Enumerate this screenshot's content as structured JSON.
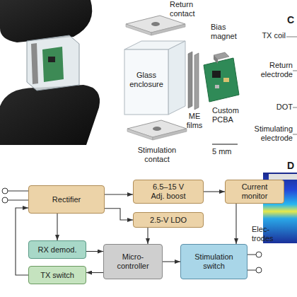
{
  "diagram": {
    "nodes": [
      {
        "text": [
          "Rectifier"
        ]
      },
      {
        "text": [
          "6.5–15 V Adj. boost"
        ]
      },
      {
        "text": [
          "Current monitor"
        ]
      },
      {
        "text": [
          "2.5-V LDO"
        ]
      },
      {
        "text": [
          "RX demod."
        ]
      },
      {
        "text": [
          "TX switch"
        ]
      },
      {
        "text": [
          "Micro-controller"
        ]
      },
      {
        "text": [
          "Stimulation switch"
        ]
      }
    ],
    "edges": [
      {
        "from": 0,
        "to": 1,
        "arrow": "to"
      },
      {
        "from": 0,
        "to": 3,
        "arrow": "to"
      },
      {
        "from": 1,
        "to": 2,
        "arrow": "to"
      },
      {
        "from": 2,
        "to": 7,
        "arrow": "to"
      },
      {
        "from": 3,
        "to": 6,
        "arrow": "to"
      },
      {
        "from": 0,
        "to": 4,
        "arrow": "to"
      },
      {
        "from": 4,
        "to": 6,
        "arrow": "to"
      },
      {
        "from": 6,
        "to": 5,
        "arrow": "to"
      },
      {
        "from": 5,
        "to": 0,
        "arrow": "to"
      },
      {
        "from": 6,
        "to": 7,
        "arrow": "to"
      }
    ],
    "labels": [
      "Return contact",
      "Bias magnet",
      "Glass enclosure",
      "ME films",
      "Custom PCBA",
      "Stimulation contact",
      "5 mm",
      "C",
      "TX coil",
      "Return electrode",
      "DOT",
      "Stimulating electrode",
      "D",
      "Elec-trodes"
    ]
  }
}
